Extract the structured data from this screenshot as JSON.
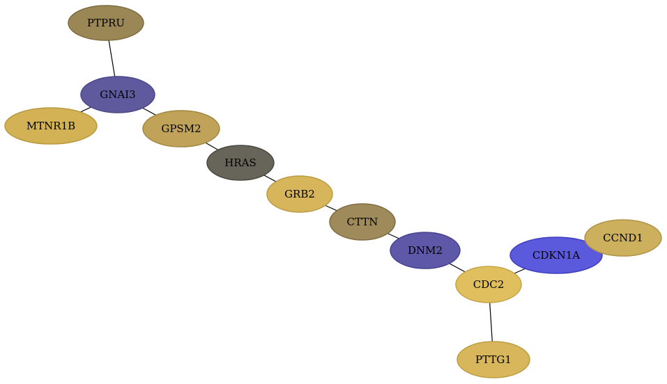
{
  "nodes": [
    {
      "id": "PTPRU",
      "label": "PTPRU",
      "fill": "#9a8755",
      "stroke": "#7d6c3f"
    },
    {
      "id": "GNAI3",
      "label": "GNAI3",
      "fill": "#5e5a9d",
      "stroke": "#4a4688"
    },
    {
      "id": "MTNR1B",
      "label": "MTNR1B",
      "fill": "#d2b254",
      "stroke": "#b9993f"
    },
    {
      "id": "GPSM2",
      "label": "GPSM2",
      "fill": "#c0a358",
      "stroke": "#a38741"
    },
    {
      "id": "HRAS",
      "label": "HRAS",
      "fill": "#67645a",
      "stroke": "#4a4840"
    },
    {
      "id": "GRB2",
      "label": "GRB2",
      "fill": "#d6b55b",
      "stroke": "#bb9b43"
    },
    {
      "id": "CTTN",
      "label": "CTTN",
      "fill": "#9e8a5b",
      "stroke": "#7f6d42"
    },
    {
      "id": "DNM2",
      "label": "DNM2",
      "fill": "#5d59a8",
      "stroke": "#46428f"
    },
    {
      "id": "CDC2",
      "label": "CDC2",
      "fill": "#e0bf5e",
      "stroke": "#c5a346"
    },
    {
      "id": "CDKN1A",
      "label": "CDKN1A",
      "fill": "#5b59dc",
      "stroke": "#3f3dbf"
    },
    {
      "id": "CCND1",
      "label": "CCND1",
      "fill": "#cdb05e",
      "stroke": "#b09345"
    },
    {
      "id": "PTTG1",
      "label": "PTTG1",
      "fill": "#d8b65c",
      "stroke": "#bc9b44"
    }
  ],
  "edges": [
    {
      "source": "PTPRU",
      "target": "GNAI3"
    },
    {
      "source": "GNAI3",
      "target": "MTNR1B"
    },
    {
      "source": "GNAI3",
      "target": "GPSM2"
    },
    {
      "source": "GPSM2",
      "target": "HRAS"
    },
    {
      "source": "HRAS",
      "target": "GRB2"
    },
    {
      "source": "GRB2",
      "target": "CTTN"
    },
    {
      "source": "CTTN",
      "target": "DNM2"
    },
    {
      "source": "DNM2",
      "target": "CDC2"
    },
    {
      "source": "CDC2",
      "target": "CDKN1A"
    },
    {
      "source": "CDKN1A",
      "target": "CCND1"
    },
    {
      "source": "CDC2",
      "target": "PTTG1"
    }
  ]
}
